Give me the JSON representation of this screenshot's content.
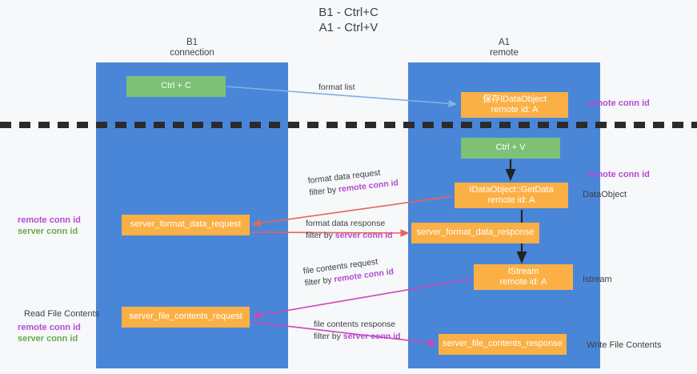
{
  "title": {
    "line1": "B1 - Ctrl+C",
    "line2": "A1 - Ctrl+V"
  },
  "lanes": [
    {
      "name": "B1",
      "subtitle": "connection"
    },
    {
      "name": "A1",
      "subtitle": "remote"
    }
  ],
  "colors": {
    "lane": "#4a86d8",
    "green_node": "#7cc176",
    "orange_node": "#fbb045",
    "purple_text": "#b44bd1",
    "green_text": "#6aa84f",
    "red_arrow": "#e8645a",
    "magenta_arrow": "#cc44bb",
    "blue_arrow": "#7fb2e5",
    "dark_arrow": "#222222",
    "background": "#f7f8f9"
  },
  "nodes": {
    "ctrl_c": {
      "label": "Ctrl + C"
    },
    "idataobject": {
      "line1": "保存IDataObject",
      "line2": "remote id: A"
    },
    "ctrl_v": {
      "label": "Ctrl + V"
    },
    "getdata": {
      "line1": "IDataObject::GetData",
      "line2": "remote id: A"
    },
    "server_format_data_request": {
      "label": "server_format_data_request"
    },
    "server_format_data_response": {
      "label": "server_format_data_response"
    },
    "istream": {
      "line1": "IStream",
      "line2": "remote id: A"
    },
    "server_file_contents_request": {
      "label": "server_file_contents_request"
    },
    "server_file_contents_response": {
      "label": "server_file_contents_response"
    }
  },
  "edge_labels": {
    "format_list": "format list",
    "format_data_request": {
      "line1": "format data request",
      "prefix": "filter by ",
      "highlight": "remote conn id"
    },
    "format_data_response": {
      "line1": "format data response",
      "prefix": "filter by ",
      "highlight": "server conn id"
    },
    "file_contents_request": {
      "line1": "file contents request",
      "prefix": "filter by ",
      "highlight": "remote conn id"
    },
    "file_contents_response": {
      "line1": "file contents response",
      "prefix": "filter by ",
      "highlight": "server conn id"
    }
  },
  "annotations": {
    "remote_conn_id_top": "remote conn id",
    "remote_conn_id_mid": "remote conn id",
    "dataobject": "DataObject",
    "istream": "Istream",
    "write_file_contents": "Write File Contents",
    "read_file_contents": "Read File Contents",
    "left_remote_conn_id_1": "remote conn id",
    "left_server_conn_id_1": "server conn id",
    "left_remote_conn_id_2": "remote conn id",
    "left_server_conn_id_2": "server conn id"
  }
}
